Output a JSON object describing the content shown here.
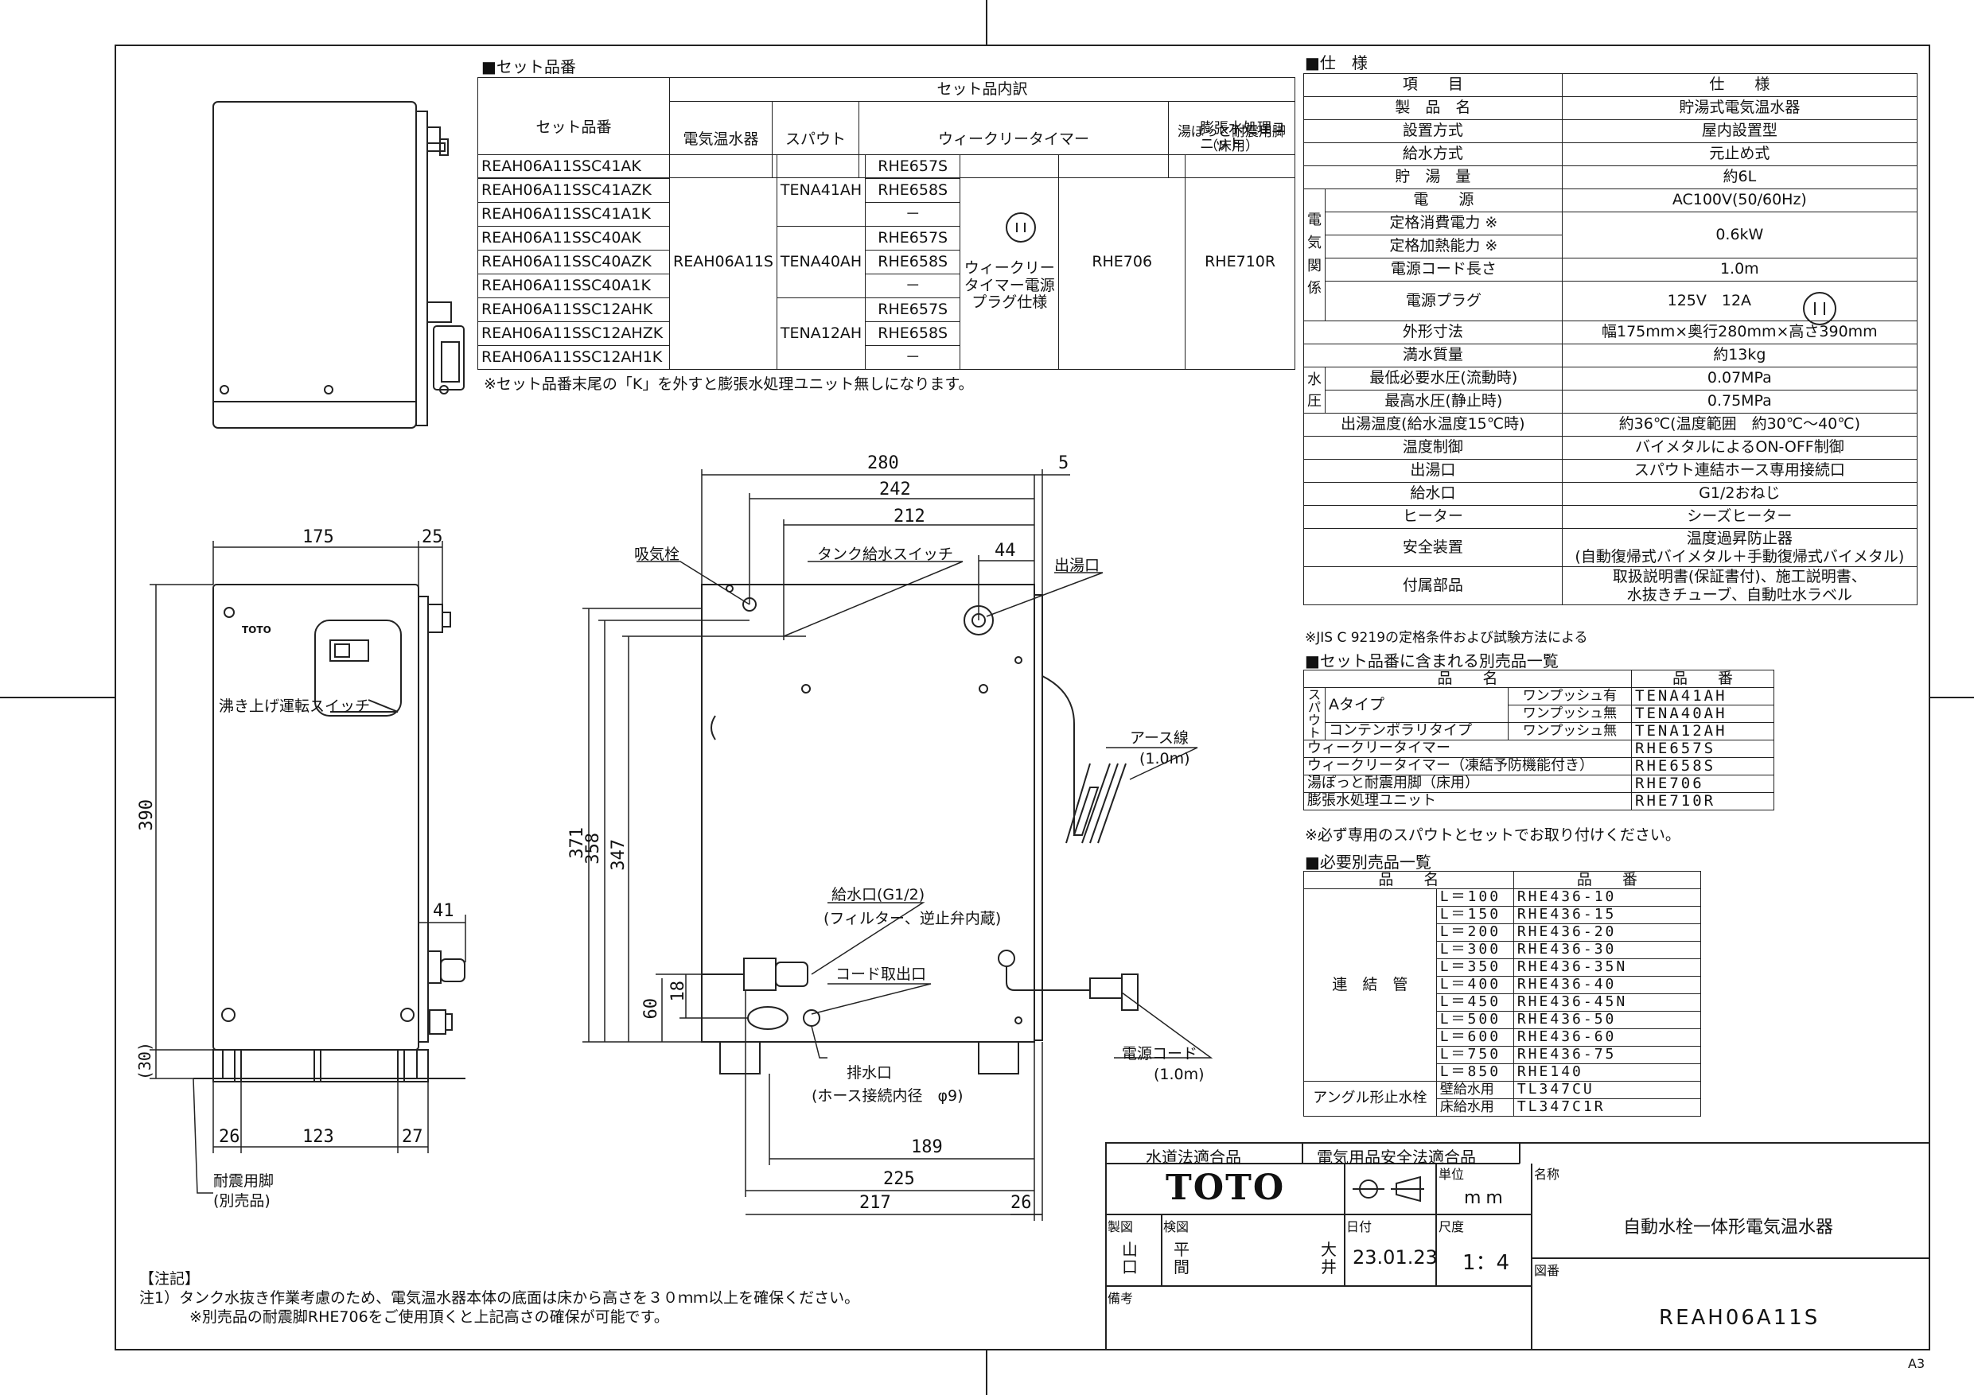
{
  "set_section": {
    "heading": "■セット品番",
    "col_set_no": "セット品番",
    "col_contents": "セット品内訳",
    "col_heater": "電気温水器",
    "col_spout": "スパウト",
    "col_timer": "ウィークリータイマー",
    "col_leg": "湯ぽっと耐震用脚（床用）",
    "col_exp": "膨張水処理ユニット",
    "rows": [
      "REAH06A11SSC41AK",
      "REAH06A11SSC41AZK",
      "REAH06A11SSC41A1K",
      "REAH06A11SSC40AK",
      "REAH06A11SSC40AZK",
      "REAH06A11SSC40A1K",
      "REAH06A11SSC12AHK",
      "REAH06A11SSC12AHZK",
      "REAH06A11SSC12AH1K"
    ],
    "heater": "REAH06A11S",
    "spouts": [
      "TENA41AH",
      "TENA40AH",
      "TENA12AH"
    ],
    "timers": [
      "RHE657S",
      "RHE658S",
      "－",
      "RHE657S",
      "RHE658S",
      "－",
      "RHE657S",
      "RHE658S",
      "－"
    ],
    "timer_note": "ウィークリータイマー電源プラグ仕様",
    "leg": "RHE706",
    "exp": "RHE710R",
    "note": "※セット品番末尾の「K」を外すと膨張水処理ユニット無しになります。"
  },
  "spec": {
    "heading": "■仕　様",
    "col_item": "項　　目",
    "col_spec": "仕　　様",
    "rows": [
      {
        "k": "製　品　名",
        "v": "貯湯式電気温水器"
      },
      {
        "k": "設置方式",
        "v": "屋内設置型"
      },
      {
        "k": "給水方式",
        "v": "元止め式"
      },
      {
        "k": "貯　湯　量",
        "v": "約6L"
      }
    ],
    "elec_group": "電気関係",
    "elec_rows": [
      {
        "k": "電　　源",
        "v": "AC100V(50/60Hz)"
      },
      {
        "k": "定格消費電力 ※",
        "v": "0.6kW"
      },
      {
        "k": "定格加熱能力 ※",
        "v": ""
      },
      {
        "k": "電源コード長さ",
        "v": "1.0m"
      },
      {
        "k": "電源プラグ",
        "v": "125V　12A"
      }
    ],
    "rows2": [
      {
        "k": "外形寸法",
        "v": "幅175mm×奥行280mm×高さ390mm"
      },
      {
        "k": "満水質量",
        "v": "約13kg"
      }
    ],
    "water_group": "水圧",
    "water_rows": [
      {
        "k": "最低必要水圧(流動時)",
        "v": "0.07MPa"
      },
      {
        "k": "最高水圧(静止時)",
        "v": "0.75MPa"
      }
    ],
    "rows3": [
      {
        "k": "出湯温度(給水温度15℃時)",
        "v": "約36℃(温度範囲　約30℃～40℃)"
      },
      {
        "k": "温度制御",
        "v": "バイメタルによるON-OFF制御"
      },
      {
        "k": "出湯口",
        "v": "スパウト連結ホース専用接続口"
      },
      {
        "k": "給水口",
        "v": "G1/2おねじ"
      },
      {
        "k": "ヒーター",
        "v": "シーズヒーター"
      }
    ],
    "safety_k": "安全装置",
    "safety_v1": "温度過昇防止器",
    "safety_v2": "(自動復帰式バイメタル＋手動復帰式バイメタル)",
    "acc_k": "付属部品",
    "acc_v1": "取扱説明書(保証書付)、施工説明書、",
    "acc_v2": "水抜きチューブ、自動吐水ラベル",
    "note": "※JIS C 9219の定格条件および試験方法による"
  },
  "separate": {
    "heading": "■セット品番に含まれる別売品一覧",
    "col_name": "品　　名",
    "col_no": "品　　番",
    "spout_label": "スパウト",
    "a_type": "Aタイプ",
    "contemp": "コンテンポラリタイプ",
    "wp_yes": "ワンプッシュ有",
    "wp_no": "ワンプッシュ無",
    "nos": [
      "TENA41AH",
      "TENA40AH",
      "TENA12AH",
      "RHE657S",
      "RHE658S",
      "RHE706",
      "RHE710R"
    ],
    "names": [
      "ウィークリータイマー",
      "ウィークリータイマー（凍結予防機能付き）",
      "湯ぽっと耐震用脚（床用）",
      "膨張水処理ユニット"
    ],
    "note": "※必ず専用のスパウトとセットでお取り付けください。"
  },
  "required": {
    "heading": "■必要別売品一覧",
    "col_name": "品　　名",
    "col_no": "品　　番",
    "pipe_label": "連　結　管",
    "lengths": [
      "L＝100",
      "L＝150",
      "L＝200",
      "L＝300",
      "L＝350",
      "L＝400",
      "L＝450",
      "L＝500",
      "L＝600",
      "L＝750",
      "L＝850"
    ],
    "pipe_nos": [
      "RHE436-10",
      "RHE436-15",
      "RHE436-20",
      "RHE436-30",
      "RHE436-35N",
      "RHE436-40",
      "RHE436-45N",
      "RHE436-50",
      "RHE436-60",
      "RHE436-75",
      "RHE140"
    ],
    "angle_label": "アングル形止水栓",
    "wall": "壁給水用",
    "floor": "床給水用",
    "angle_nos": [
      "TL347CU",
      "TL347C1R"
    ]
  },
  "titleblock": {
    "water_ok": "水道法適合品",
    "elec_ok": "電気用品安全法適合品",
    "brand": "TOTO",
    "unit_label": "単位",
    "unit": "mm",
    "name_label": "名称",
    "name": "自動水栓一体形電気温水器",
    "made_label": "製図",
    "made": "山口",
    "check_label": "検図",
    "check": "平間",
    "approve": "大井",
    "date_label": "日付",
    "date": "23.01.23",
    "scale_label": "尺度",
    "scale": "1：4",
    "remarks_label": "備考",
    "drawno_label": "図番",
    "drawno": "REAH06A11S"
  },
  "notes": {
    "title": "【注記】",
    "n1": "注1）タンク水抜き作業考慮のため、電気温水器本体の底面は床から高さを３０ｍｍ以上を確保ください。",
    "n2": "※別売品の耐震脚RHE706をご使用頂くと上記高さの確保が可能です。"
  },
  "labels": {
    "intake": "吸気栓",
    "tank_switch": "タンク給水スイッチ",
    "outlet": "出湯口",
    "earth": "アース線",
    "earth_len": "(1.0m)",
    "boil_switch": "沸き上げ運転スイッチ",
    "supply": "給水口(G1/2)",
    "supply_note": "(フィルター、逆止弁内蔵)",
    "cord_outlet": "コード取出口",
    "drain": "排水口",
    "drain_note": "(ホース接続内径　φ9)",
    "power_cord": "電源コード",
    "power_len": "(1.0m)",
    "quake_leg": "耐震用脚",
    "quake_leg_note": "(別売品)",
    "small_brand": "TOTO",
    "sheet": "A3"
  },
  "dims": {
    "d280": "280",
    "d5": "5",
    "d242": "242",
    "d212": "212",
    "d44": "44",
    "d175": "175",
    "d25": "25",
    "d390": "390",
    "d41": "41",
    "d30": "(30)",
    "d26a": "26",
    "d123": "123",
    "d27": "27",
    "d371": "371",
    "d358": "358",
    "d347": "347",
    "d60": "60",
    "d18": "18",
    "d189": "189",
    "d225": "225",
    "d217": "217",
    "d26b": "26"
  }
}
